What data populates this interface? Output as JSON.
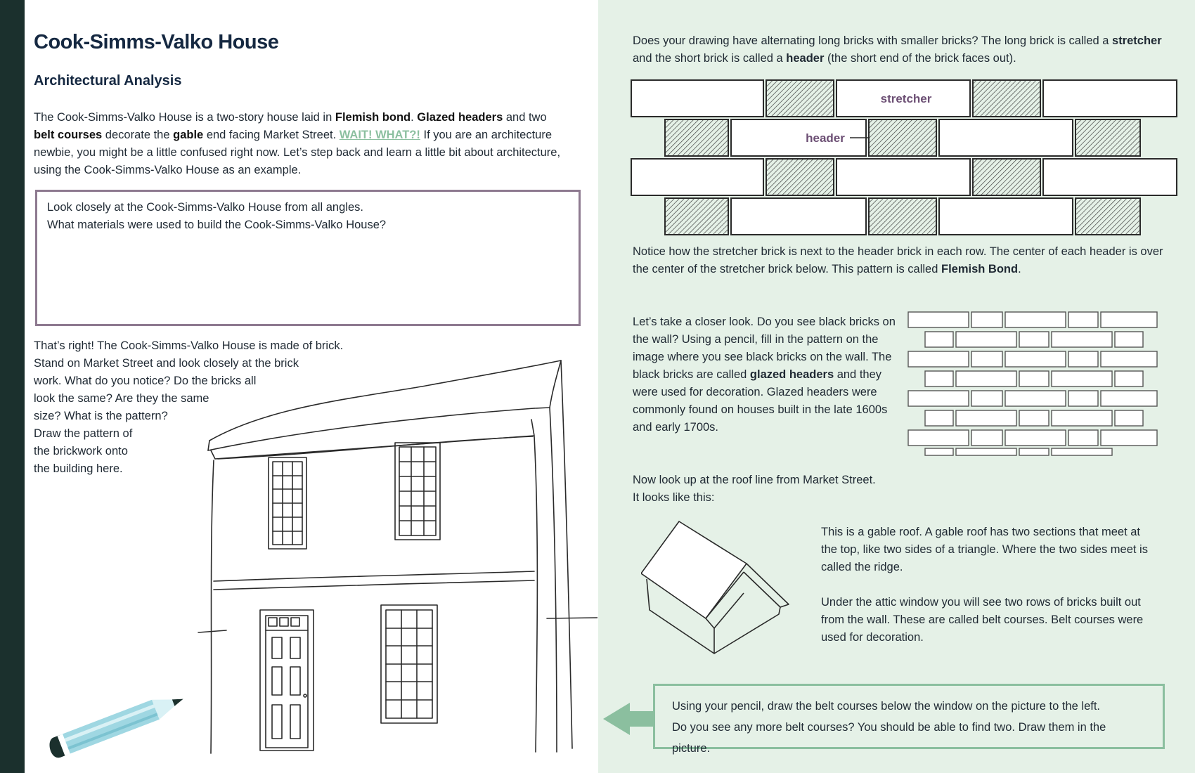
{
  "left": {
    "title": "Cook-Simms-Valko House",
    "subtitle": "Architectural Analysis",
    "intro": {
      "t1": "The Cook-Simms-Valko House is a two-story house laid in ",
      "b1": "Flemish bond",
      "t2": ". ",
      "b2": "Glazed headers",
      "t3": " and two ",
      "b3": "belt courses",
      "t4": " decorate the ",
      "b4": "gable",
      "t5": " end facing Market Street. ",
      "link": "WAIT! WHAT?!",
      "t6": " If you are an architecture newbie, you might be a little confused right now. Let’s step back and learn a little bit about architecture, using the Cook-Simms-Valko House as an example."
    },
    "question_box": {
      "line1": "Look closely at the Cook-Simms-Valko House from all angles.",
      "line2": "What materials were used to build the Cook-Simms-Valko House?"
    },
    "house_prompt": [
      "That’s right! The Cook-Simms-Valko House is made of brick.",
      "Stand on Market Street and look closely at the brick",
      "work. What do you notice? Do the bricks all",
      "look the same? Are they the same",
      "size? What is the pattern?",
      "Draw the pattern of",
      "the brickwork onto",
      "the building here."
    ]
  },
  "right": {
    "intro": {
      "t1": "Does your drawing have alternating long bricks with smaller bricks? The long brick is called a ",
      "b1": "stretcher",
      "t2": " and the short brick is called a ",
      "b2": "header",
      "t3": " (the short end of the brick faces out)."
    },
    "brick_labels": {
      "stretcher": "stretcher",
      "header": "header"
    },
    "notice": {
      "t1": "Notice how the stretcher brick is next to the header brick in each row. The center of each header is over the center of the stretcher brick below. This pattern is called ",
      "b1": "Flemish Bond",
      "t2": "."
    },
    "closer": {
      "t1": "Let’s take a closer look. Do you see black bricks on the wall? Using a pencil, fill in the pattern on the image where you see black bricks on the wall. The black bricks are called ",
      "b1": "glazed headers",
      "t2": " and they were used for decoration. Glazed headers were commonly found on houses built in the late 1600s and early 1700s."
    },
    "roofline": {
      "line1": "Now look up at the roof line from Market Street.",
      "line2": "It looks like this:"
    },
    "gable": {
      "p1": "This is a gable roof. A gable roof has two sections that meet at the top, like two sides of a triangle. Where the two sides meet is called the ridge.",
      "p2": "Under the attic window you will see two rows of bricks built out from the wall. These are called belt courses. Belt courses were used for decoration."
    },
    "task": {
      "line1": "Using your pencil, draw the belt courses below the window on the picture to the left.",
      "line2": "Do you see any more belt courses? You should be able to find two. Draw them in the picture."
    }
  },
  "colors": {
    "spine": "#1b302d",
    "right_bg": "#e5f1e7",
    "title": "#152841",
    "link": "#8bbf9f",
    "box_border": "#8e7a90",
    "label_purple": "#6c4f74",
    "pencil": "#9fd7e2"
  },
  "icons": {
    "pencil": "pencil-icon",
    "arrow": "arrow-left-icon"
  }
}
